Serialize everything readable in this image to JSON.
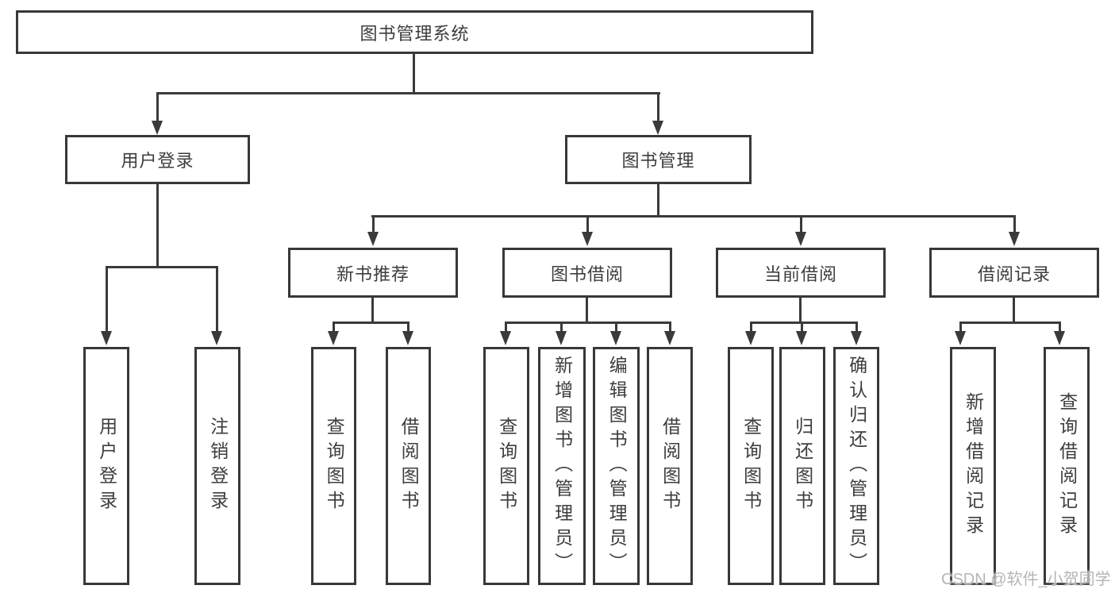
{
  "diagram": {
    "root": "图书管理系统",
    "user_login": "用户登录",
    "book_mgmt": "图书管理",
    "new_book_rec": "新书推荐",
    "book_borrow": "图书借阅",
    "current_borrow": "当前借阅",
    "borrow_records": "借阅记录",
    "leaf_user_login": "用户登录",
    "leaf_logout": "注销登录",
    "leaf_query_book_1": "查询图书",
    "leaf_borrow_book_1": "借阅图书",
    "leaf_query_book_2": "查询图书",
    "leaf_add_book": "新增图书（管理员）",
    "leaf_edit_book": "编辑图书（管理员）",
    "leaf_borrow_book_2": "借阅图书",
    "leaf_query_book_3": "查询图书",
    "leaf_return_book": "归还图书",
    "leaf_confirm_return": "确认归还（管理员）",
    "leaf_add_record": "新增借阅记录",
    "leaf_query_record": "查询借阅记录"
  },
  "watermark": "CSDN @软件_小贺同学",
  "colors": {
    "line": "#3a3a3a",
    "text": "#3d3d3d",
    "watermark": "#b5b5b5",
    "background": "#ffffff"
  }
}
